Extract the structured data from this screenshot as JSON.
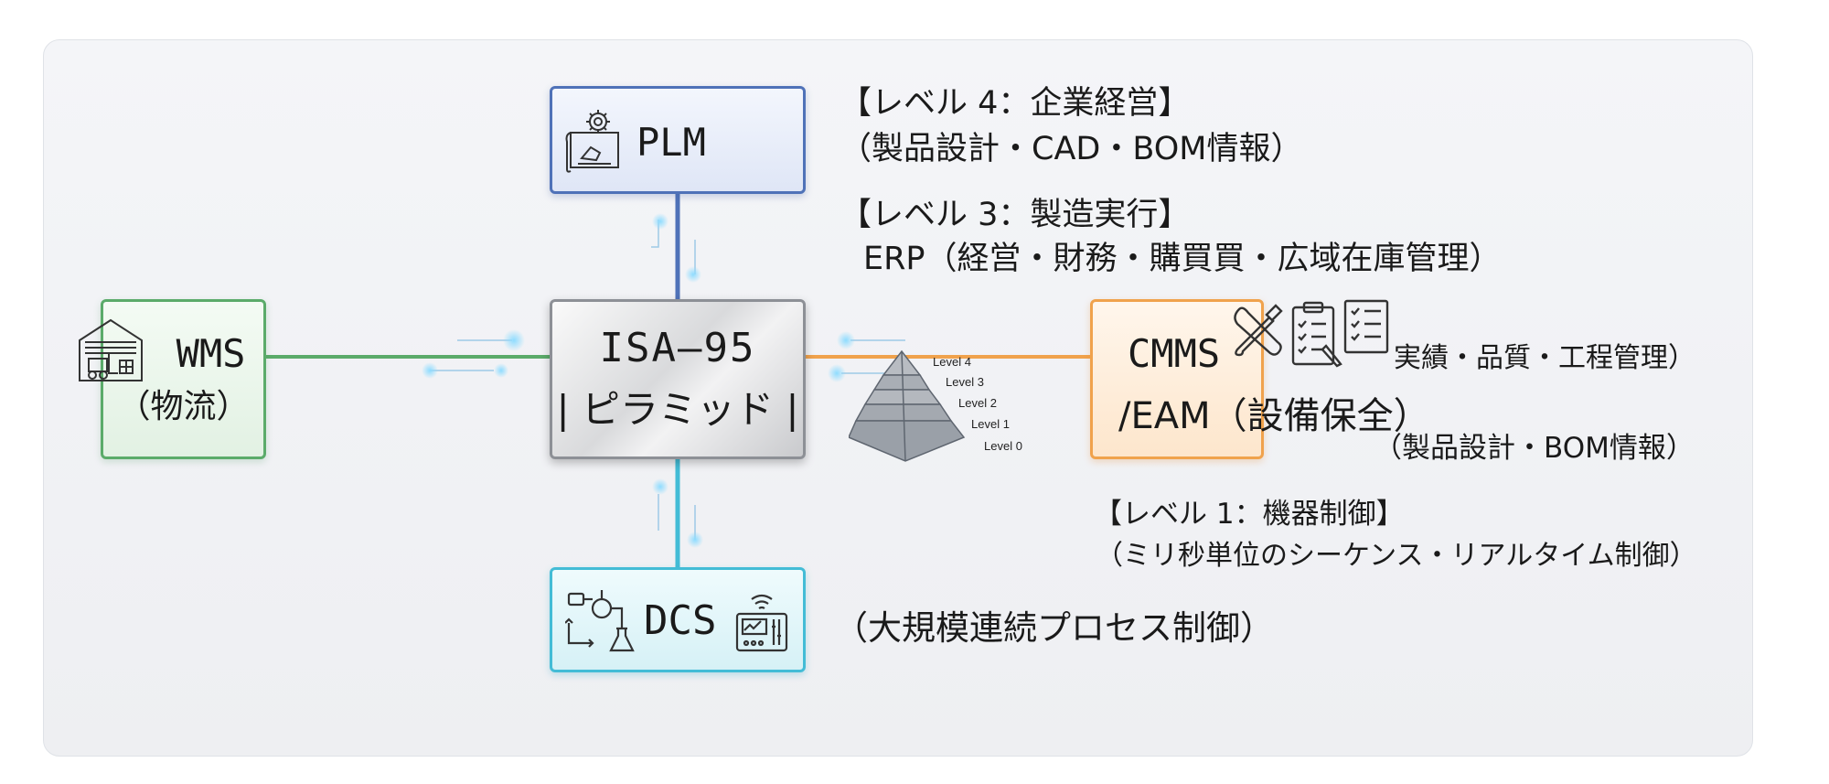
{
  "nodes": {
    "plm": {
      "label": "PLM",
      "icon": "blueprint-gear-icon",
      "border_color": "#4f72b8"
    },
    "wms": {
      "label_line1": "WMS",
      "label_line2": "（物流）",
      "icon": "warehouse-forklift-icon",
      "border_color": "#5bab6a"
    },
    "isa95": {
      "label_line1": "ISA—95",
      "label_line2": "| ピラミッド |",
      "border_color": "#8d9096"
    },
    "cmms": {
      "label_line1": "CMMS",
      "label_line2": "/EAM（設備保全）",
      "icons": [
        "wrench-screwdriver-icon",
        "clipboard-checklist-icon",
        "checklist-document-icon"
      ],
      "border_color": "#f0a24c"
    },
    "dcs": {
      "label": "DCS",
      "icons": [
        "process-flow-icon",
        "control-panel-icon"
      ],
      "border_color": "#43bcd6"
    }
  },
  "annotations": {
    "level4_title": "【レベル 4：企業経営】",
    "level4_detail": "（製品設計・CAD・BOM情報）",
    "level3_title": "【レベル 3：製造実行】",
    "level3_detail": "ERP（経営・財務・購買買・広域在庫管理）",
    "cmms_right": "実績・品質・工程管理）",
    "cmms_below": "（製品設計・BOM情報）",
    "level1_title": "【レベル 1：機器制御】",
    "level1_detail": "（ミリ秒単位のシーケンス・リアルタイム制御）",
    "dcs_detail": "（大規模連続プロセス制御）"
  },
  "pyramid": {
    "icon": "pyramid-icon",
    "levels": [
      "Level 4",
      "Level 3",
      "Level 2",
      "Level 1",
      "Level 0"
    ]
  },
  "connectors": {
    "plm_color": "#4f72b8",
    "wms_color": "#5bab6a",
    "cmms_color": "#f0a24c",
    "dcs_color": "#43bcd6"
  }
}
